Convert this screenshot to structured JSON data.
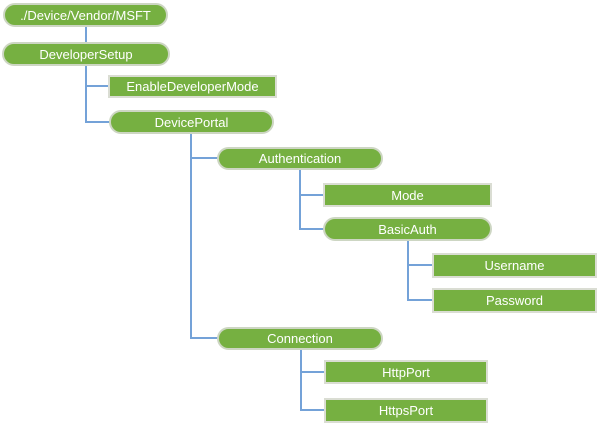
{
  "diagram": {
    "type": "tree",
    "description": "CSP configuration tree diagram with green nodes connected by light blue elbow lines",
    "nodes": {
      "root": {
        "label": "./Device/Vendor/MSFT",
        "shape": "pill"
      },
      "developer_setup": {
        "label": "DeveloperSetup",
        "shape": "pill"
      },
      "enable_developer_mode": {
        "label": "EnableDeveloperMode",
        "shape": "rect"
      },
      "device_portal": {
        "label": "DevicePortal",
        "shape": "pill"
      },
      "authentication": {
        "label": "Authentication",
        "shape": "pill"
      },
      "mode": {
        "label": "Mode",
        "shape": "rect"
      },
      "basic_auth": {
        "label": "BasicAuth",
        "shape": "pill"
      },
      "username": {
        "label": "Username",
        "shape": "rect"
      },
      "password": {
        "label": "Password",
        "shape": "rect"
      },
      "connection": {
        "label": "Connection",
        "shape": "pill"
      },
      "http_port": {
        "label": "HttpPort",
        "shape": "rect"
      },
      "https_port": {
        "label": "HttpsPort",
        "shape": "rect"
      }
    },
    "children_of": {
      "root": [
        "developer_setup"
      ],
      "developer_setup": [
        "enable_developer_mode",
        "device_portal"
      ],
      "device_portal": [
        "authentication",
        "connection"
      ],
      "authentication": [
        "mode",
        "basic_auth"
      ],
      "basic_auth": [
        "username",
        "password"
      ],
      "connection": [
        "http_port",
        "https_port"
      ]
    },
    "colors": {
      "node_fill": "#76B041",
      "pill_border": "#CDD6C3",
      "rect_border": "#DADDD3",
      "connector": "#74A2D8",
      "text": "#FFFFFF",
      "background": "#FFFFFF"
    }
  }
}
